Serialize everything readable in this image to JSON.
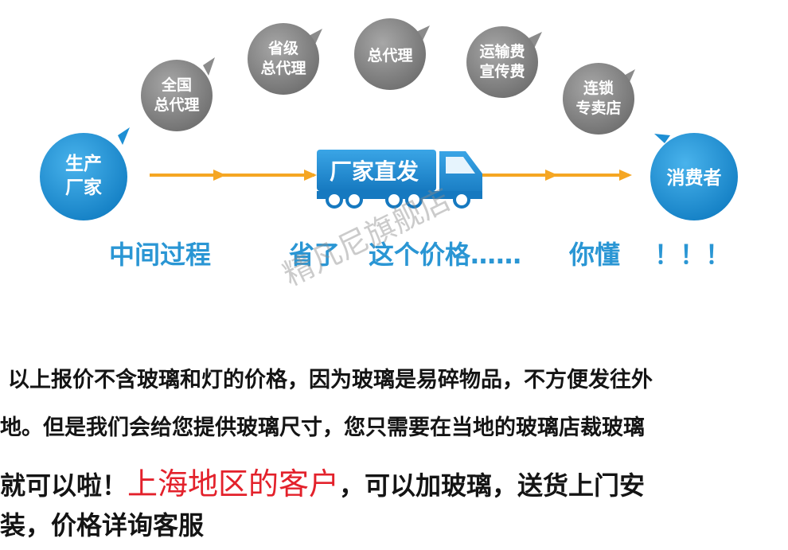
{
  "colors": {
    "circle_gray": "#8b8b8b",
    "circle_blue": "#1e8fd4",
    "arrow_orange": "#f5a623",
    "headline_blue": "#2a96d4",
    "truck_blue": "#1d8cd6",
    "body_text": "#141414",
    "highlight_red": "#e3212b"
  },
  "flow": {
    "start_bubble": {
      "line1": "生产",
      "line2": "厂家"
    },
    "end_bubble": {
      "label": "消费者"
    },
    "middle_bubbles": [
      {
        "line1": "全国",
        "line2": "总代理"
      },
      {
        "line1": "省级",
        "line2": "总代理"
      },
      {
        "line1": "总代理",
        "line2": ""
      },
      {
        "line1": "运输费",
        "line2": "宣传费"
      },
      {
        "line1": "连锁",
        "line2": "专卖店"
      }
    ],
    "truck_label": "厂家直发"
  },
  "headline": {
    "part1": "中间过程",
    "part2": "省了",
    "part3": "这个价格……",
    "part4": "你懂",
    "part5": "！！！"
  },
  "watermark": "精凡尼旗舰店",
  "description": {
    "line1": "以上报价不含玻璃和灯的价格，因为玻璃是易碎物品，不方便发往外",
    "line2": "地。但是我们会给您提供玻璃尺寸，您只需要在当地的玻璃店裁玻璃",
    "line3_prefix": "就可以啦！",
    "line3_highlight": "上海地区的客户",
    "line3_suffix": "，可以加玻璃，送货上门安",
    "line4": "装，价格详询客服"
  }
}
